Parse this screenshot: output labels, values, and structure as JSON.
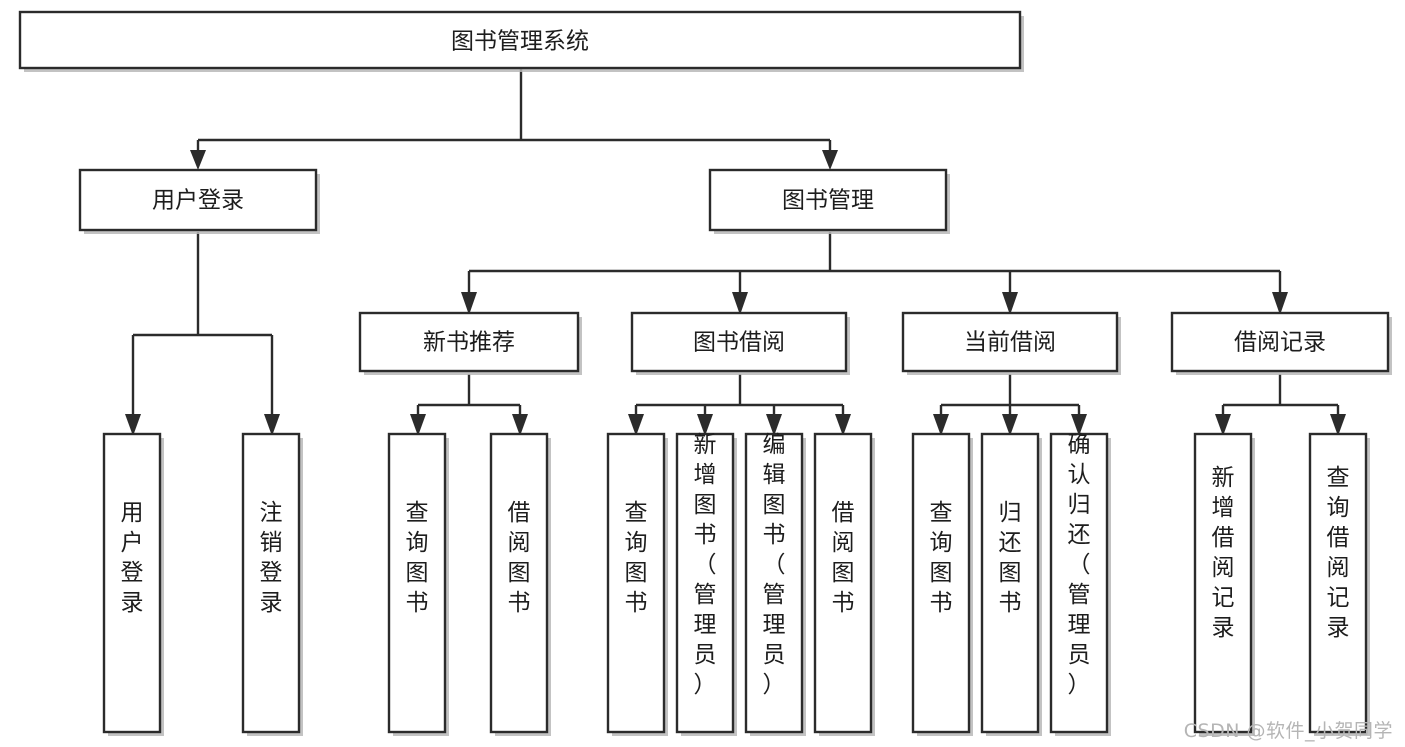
{
  "diagram": {
    "type": "tree-hierarchy",
    "title": "图书管理系统",
    "watermark": "CSDN @软件_小贺同学",
    "colors": {
      "background": "#ffffff",
      "stroke": "#2b2b2b",
      "text": "#1d1d1d",
      "shadow": "#b9b9b9",
      "watermark": "#b5b5b5"
    },
    "levels": {
      "root": {
        "label": "图书管理系统"
      },
      "level2": [
        {
          "label": "用户登录"
        },
        {
          "label": "图书管理"
        }
      ],
      "level3": [
        {
          "label": "新书推荐"
        },
        {
          "label": "图书借阅"
        },
        {
          "label": "当前借阅"
        },
        {
          "label": "借阅记录"
        }
      ]
    },
    "nodes": {
      "root": "图书管理系统",
      "user_login": "用户登录",
      "book_manage": "图书管理",
      "new_book_rec": "新书推荐",
      "book_borrow": "图书借阅",
      "current_borrow": "当前借阅",
      "borrow_record": "借阅记录"
    },
    "leaves": {
      "user_login": [
        "用户登录",
        "注销登录"
      ],
      "new_book_rec": [
        "查询图书",
        "借阅图书"
      ],
      "book_borrow": [
        "查询图书",
        "新增图书（管理员）",
        "编辑图书（管理员）",
        "借阅图书"
      ],
      "current_borrow": [
        "查询图书",
        "归还图书",
        "确认归还（管理员）"
      ],
      "borrow_record": [
        "新增借阅记录",
        "查询借阅记录"
      ]
    }
  }
}
